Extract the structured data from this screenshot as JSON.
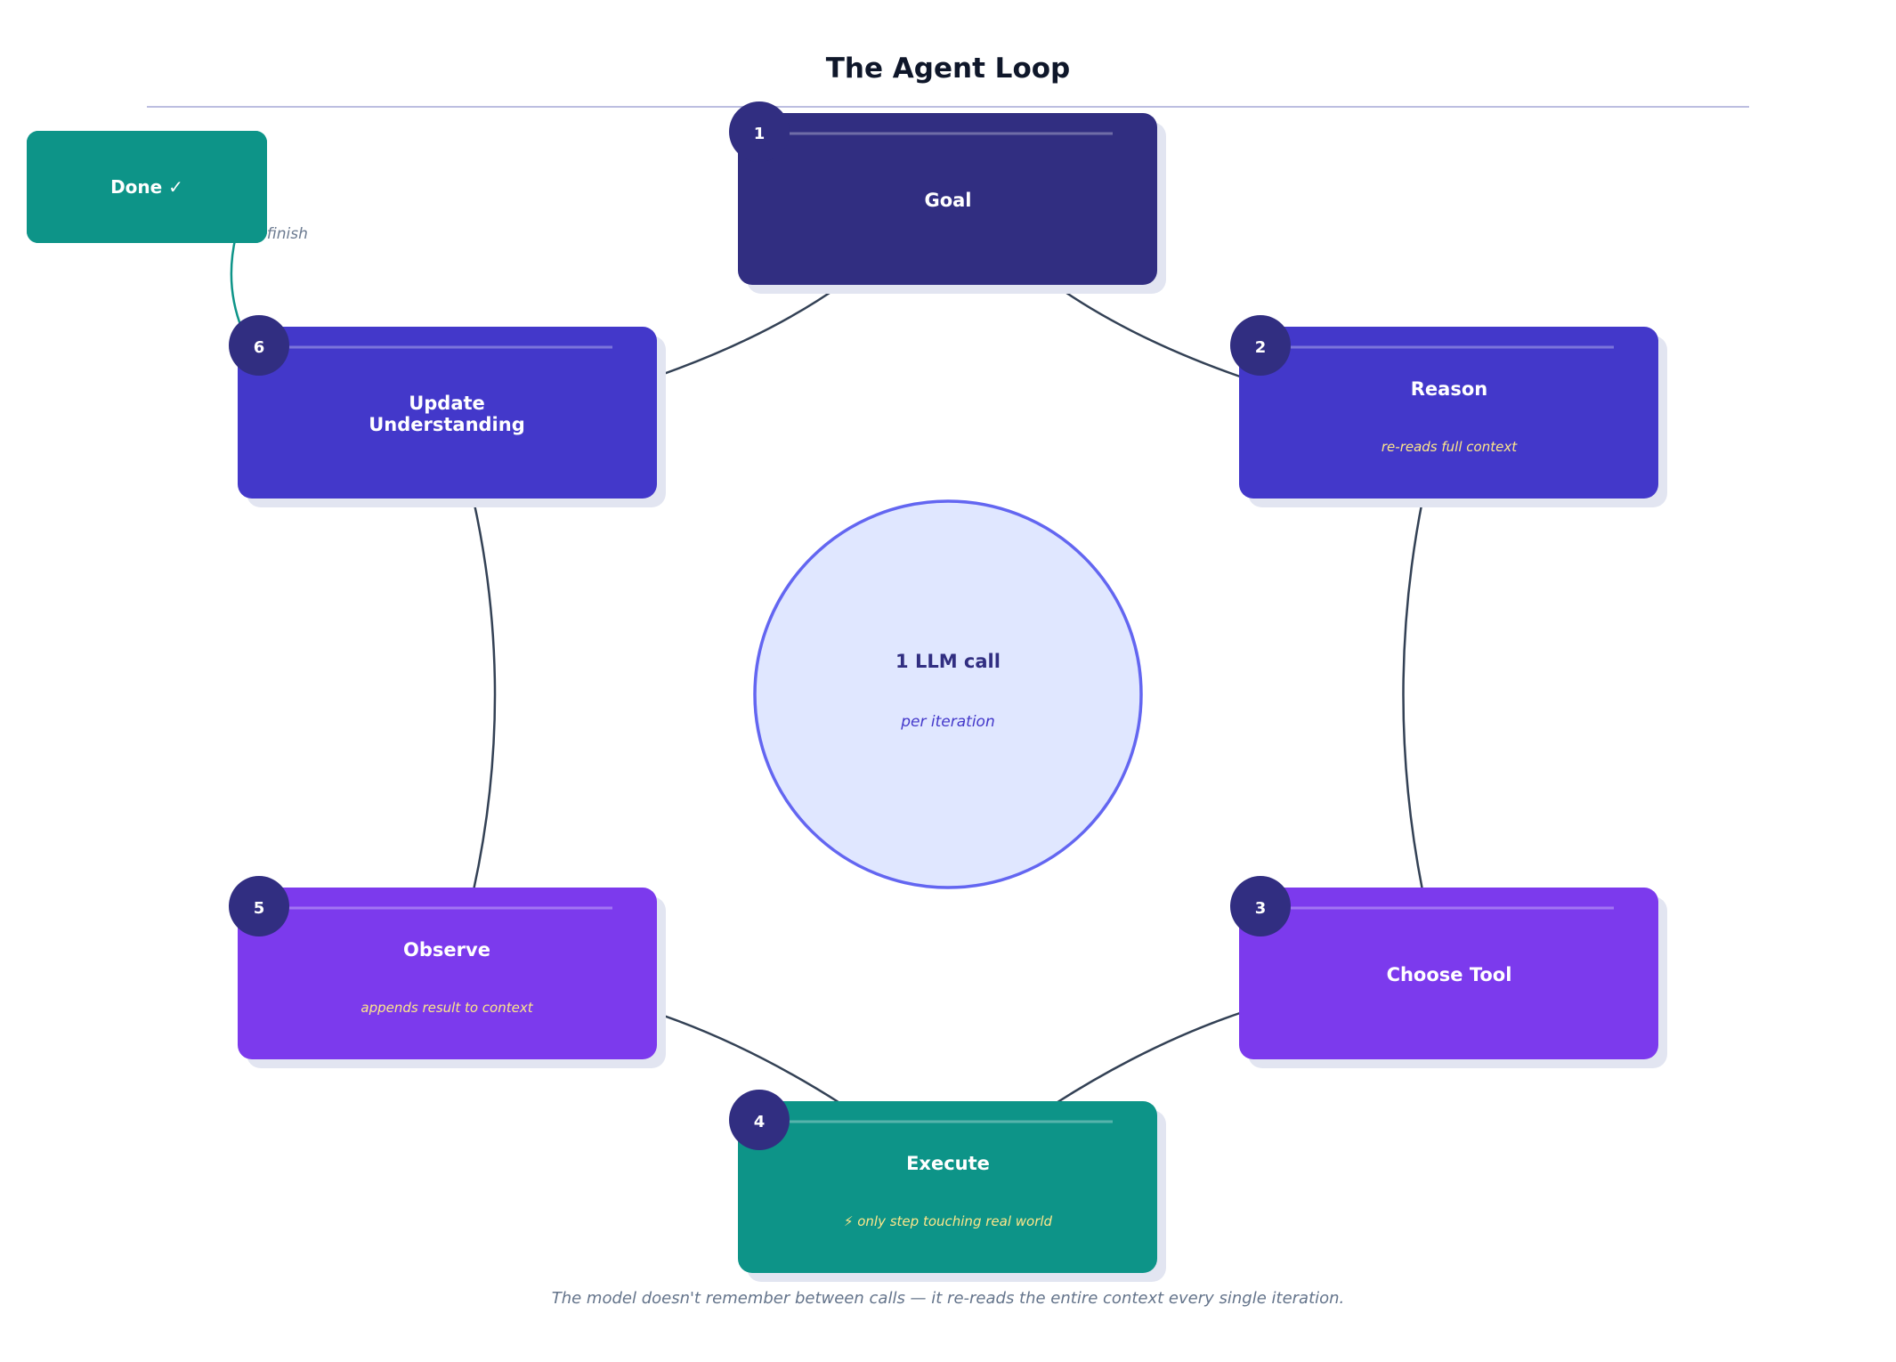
{
  "title": "The Agent Loop",
  "caption": "The model doesn't remember between calls — it re-reads the entire context every single iteration.",
  "center": {
    "label": "1 LLM call",
    "sublabel": "per iteration"
  },
  "done": {
    "label": "Done ✓",
    "edge_label": "or finish"
  },
  "steps": [
    {
      "number": "1",
      "label": "Goal",
      "label2": "",
      "note": ""
    },
    {
      "number": "2",
      "label": "Reason",
      "label2": "",
      "note": "re-reads full context"
    },
    {
      "number": "3",
      "label": "Choose Tool",
      "label2": "",
      "note": ""
    },
    {
      "number": "4",
      "label": "Execute",
      "label2": "",
      "note": "⚡ only step touching real world"
    },
    {
      "number": "5",
      "label": "Observe",
      "label2": "",
      "note": "appends result to context"
    },
    {
      "number": "6",
      "label": "Update",
      "label2": "Understanding",
      "note": ""
    }
  ],
  "colors": {
    "goal": "#312e81",
    "reason": "#4338ca",
    "update": "#4338ca",
    "choose": "#7c3aed",
    "observe": "#7c3aed",
    "execute": "#0d9488",
    "done": "#0d9488",
    "badge": "#312e81",
    "center_fill": "#e0e7ff",
    "center_stroke": "#6366f1",
    "arrow": "#334155",
    "note": "#fde68a"
  }
}
